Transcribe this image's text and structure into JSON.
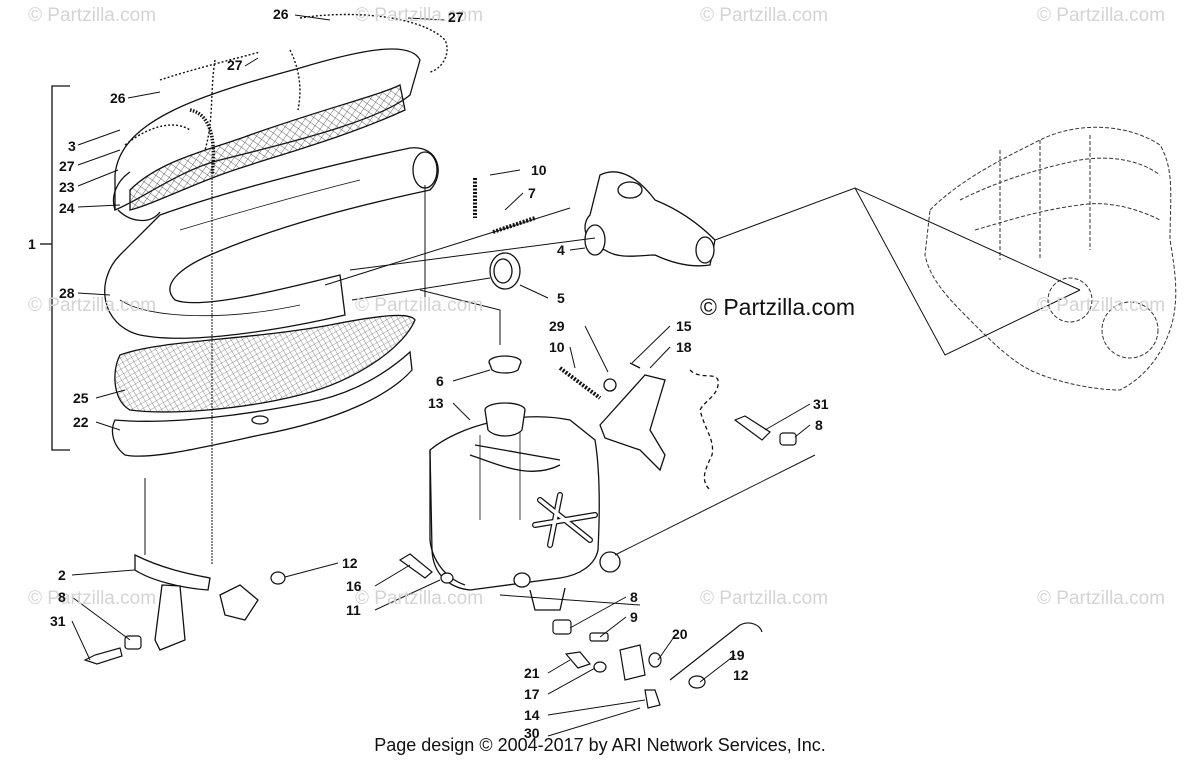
{
  "watermark": "© Partzilla.com",
  "center_watermark": "© Partzilla.com",
  "footer": "Page design © 2004-2017 by ARI Network Services, Inc.",
  "callouts": [
    {
      "id": "26a",
      "text": "26"
    },
    {
      "id": "27a",
      "text": "27"
    },
    {
      "id": "27b",
      "text": "27"
    },
    {
      "id": "26b",
      "text": "26"
    },
    {
      "id": "3",
      "text": "3"
    },
    {
      "id": "27c",
      "text": "27"
    },
    {
      "id": "23",
      "text": "23"
    },
    {
      "id": "24",
      "text": "24"
    },
    {
      "id": "1",
      "text": "1"
    },
    {
      "id": "28",
      "text": "28"
    },
    {
      "id": "25",
      "text": "25"
    },
    {
      "id": "22",
      "text": "22"
    },
    {
      "id": "10a",
      "text": "10"
    },
    {
      "id": "7",
      "text": "7"
    },
    {
      "id": "4",
      "text": "4"
    },
    {
      "id": "5",
      "text": "5"
    },
    {
      "id": "29",
      "text": "29"
    },
    {
      "id": "15",
      "text": "15"
    },
    {
      "id": "10b",
      "text": "10"
    },
    {
      "id": "18",
      "text": "18"
    },
    {
      "id": "6",
      "text": "6"
    },
    {
      "id": "13",
      "text": "13"
    },
    {
      "id": "31a",
      "text": "31"
    },
    {
      "id": "8a",
      "text": "8"
    },
    {
      "id": "2",
      "text": "2"
    },
    {
      "id": "8b",
      "text": "8"
    },
    {
      "id": "31b",
      "text": "31"
    },
    {
      "id": "12a",
      "text": "12"
    },
    {
      "id": "16",
      "text": "16"
    },
    {
      "id": "11",
      "text": "11"
    },
    {
      "id": "8c",
      "text": "8"
    },
    {
      "id": "9",
      "text": "9"
    },
    {
      "id": "20",
      "text": "20"
    },
    {
      "id": "19",
      "text": "19"
    },
    {
      "id": "21",
      "text": "21"
    },
    {
      "id": "12b",
      "text": "12"
    },
    {
      "id": "17",
      "text": "17"
    },
    {
      "id": "14",
      "text": "14"
    },
    {
      "id": "30",
      "text": "30"
    }
  ]
}
